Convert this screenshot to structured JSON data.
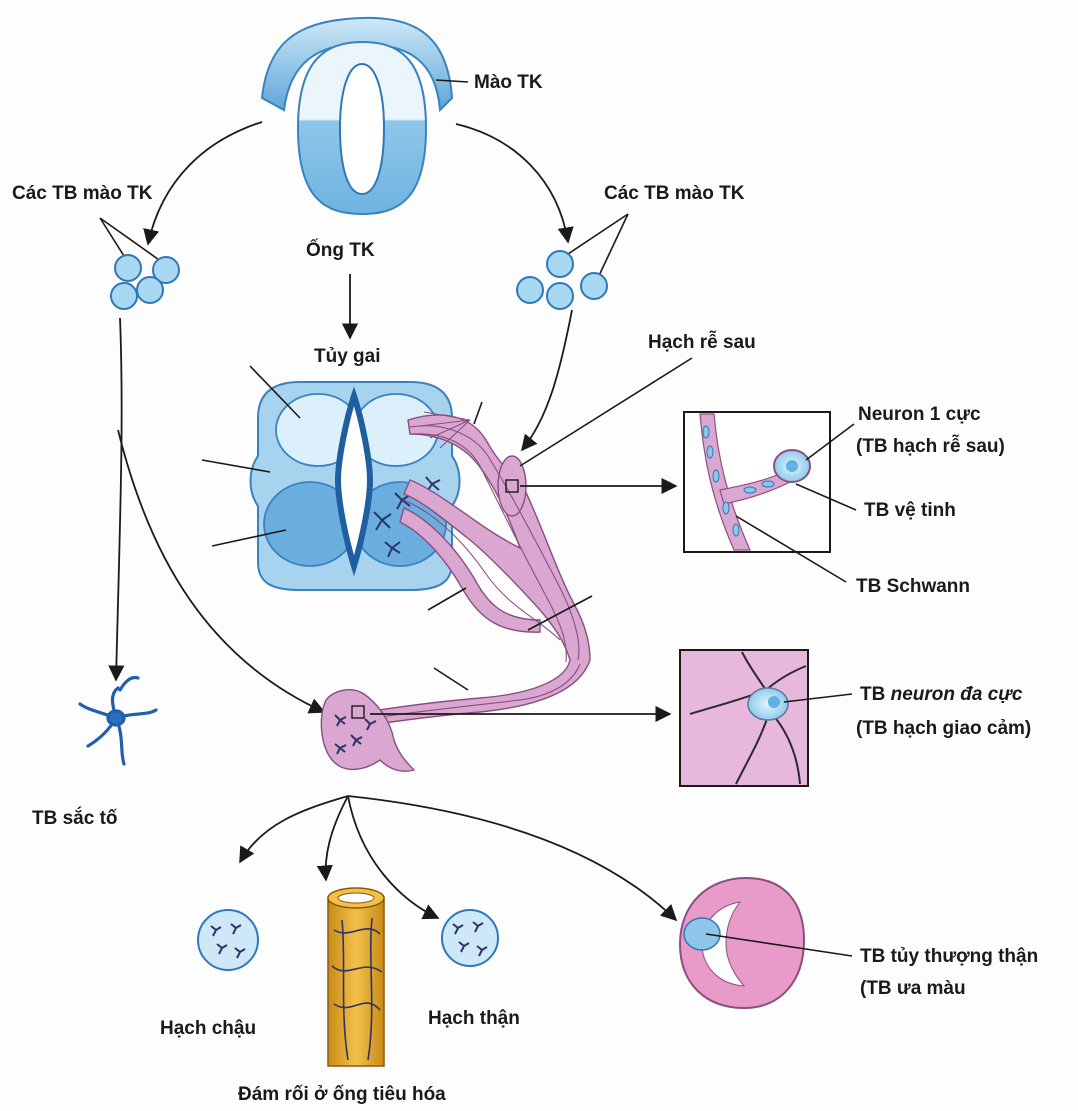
{
  "labels": {
    "crest": "Mào TK",
    "crest_cells_left": "Các TB mào TK",
    "crest_cells_right": "Các TB mào TK",
    "neural_tube": "Ống TK",
    "spinal_cord": "Tủy gai",
    "dorsal_root_ganglion": "Hạch rễ sau",
    "unipolar_neuron": "Neuron 1 cực",
    "unipolar_neuron_sub": "(TB hạch rễ sau)",
    "satellite_cell": "TB vệ tinh",
    "schwann_cell": "TB Schwann",
    "multipolar_neuron_prefix": "TB",
    "multipolar_neuron_emph": "neuron đa cực",
    "multipolar_neuron_sub": "(TB hạch giao cảm)",
    "pigment_cell": "TB sắc tố",
    "pelvic_ganglion": "Hạch chậu",
    "gut_plexus": "Đám rối ở ống tiêu hóa",
    "renal_ganglion": "Hạch thận",
    "adrenal_medulla": "TB tủy thượng thận",
    "adrenal_medulla_sub": "(TB ưa màu"
  },
  "colors": {
    "tube_blue": "#6fb3e0",
    "nerve_pink": "#d9a7cf",
    "gut_gold": "#f2c14a",
    "adrenal_pink": "#e89ac9",
    "pigment_blue": "#1f5fae"
  }
}
